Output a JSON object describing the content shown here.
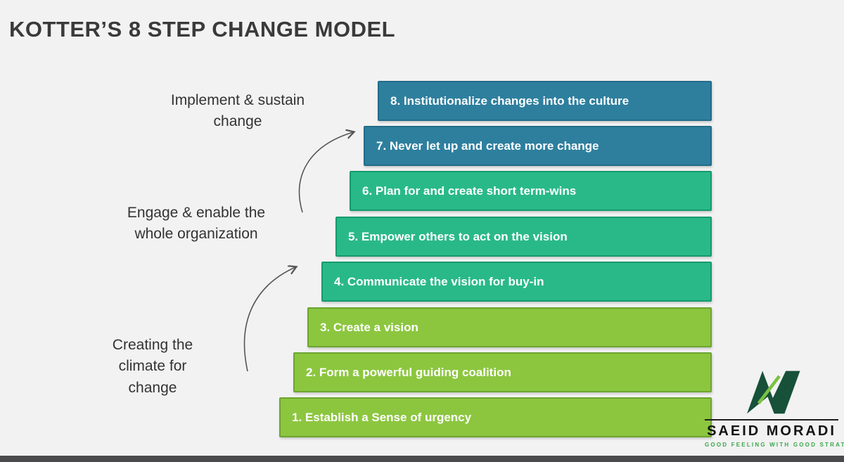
{
  "title": "KOTTER’S 8 STEP CHANGE MODEL",
  "phases": [
    {
      "label": "Implement & sustain change"
    },
    {
      "label": "Engage & enable the whole organization"
    },
    {
      "label": "Creating the climate for change"
    }
  ],
  "steps": [
    {
      "label": "1. Establish a Sense of urgency",
      "fill": "#8CC63F",
      "border": "#6CA52F"
    },
    {
      "label": "2. Form a powerful guiding coalition",
      "fill": "#8CC63F",
      "border": "#6CA52F"
    },
    {
      "label": "3. Create a vision",
      "fill": "#8CC63F",
      "border": "#6CA52F"
    },
    {
      "label": "4. Communicate the vision for buy-in",
      "fill": "#29B988",
      "border": "#169A6E"
    },
    {
      "label": "5. Empower others to act on the vision",
      "fill": "#29B988",
      "border": "#169A6E"
    },
    {
      "label": "6. Plan for and create short term-wins",
      "fill": "#29B988",
      "border": "#169A6E"
    },
    {
      "label": "7. Never let up and create more change",
      "fill": "#2E7F9E",
      "border": "#216C89"
    },
    {
      "label": "8. Institutionalize changes into the culture",
      "fill": "#2E7F9E",
      "border": "#216C89"
    }
  ],
  "logo": {
    "name": "SAEID MORADI",
    "tagline": "GOOD  FEELING  WITH  GOOD  STRATEGY",
    "mark_color": "#17513A",
    "accent_color": "#7AC143"
  },
  "colors": {
    "background": "#f2f2f2",
    "title_text": "#3a3a3a",
    "arrow": "#555555",
    "footer_bar": "#4b4b4d"
  }
}
